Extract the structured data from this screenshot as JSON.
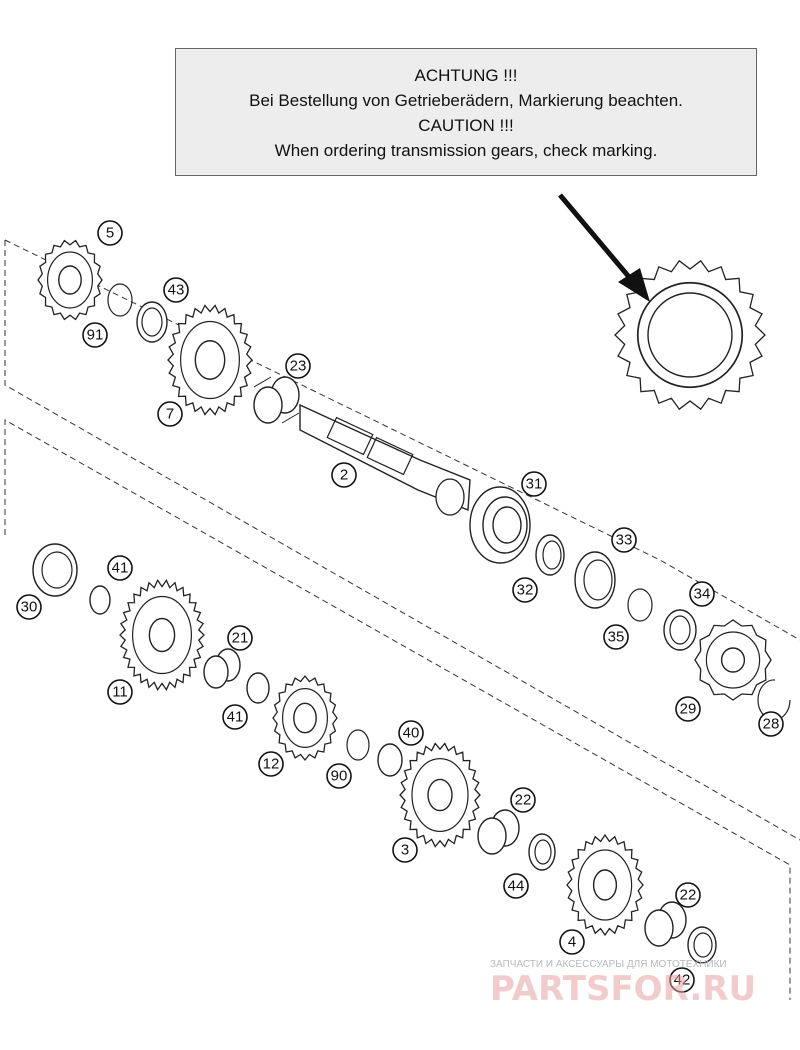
{
  "caution": {
    "line1": "ACHTUNG !!!",
    "line2": "Bei Bestellung von Getrieberädern, Markierung beachten.",
    "line3": "CAUTION !!!",
    "line4": "When ordering transmission gears, check marking."
  },
  "callouts": {
    "c5": "5",
    "c43": "43",
    "c91": "91",
    "c7": "7",
    "c23": "23",
    "c2": "2",
    "c31": "31",
    "c32": "32",
    "c33": "33",
    "c34": "34",
    "c35": "35",
    "c29": "29",
    "c28": "28",
    "c30": "30",
    "c41a": "41",
    "c11": "11",
    "c21": "21",
    "c41b": "41",
    "c12": "12",
    "c90": "90",
    "c40": "40",
    "c3": "3",
    "c22a": "22",
    "c44": "44",
    "c4": "4",
    "c22b": "22",
    "c42": "42"
  },
  "watermark": {
    "top": "ЗАПЧАСТИ И АКСЕССУАРЫ ДЛЯ МОТОТЕХНИКИ",
    "main": "PARTSFOR.RU"
  }
}
